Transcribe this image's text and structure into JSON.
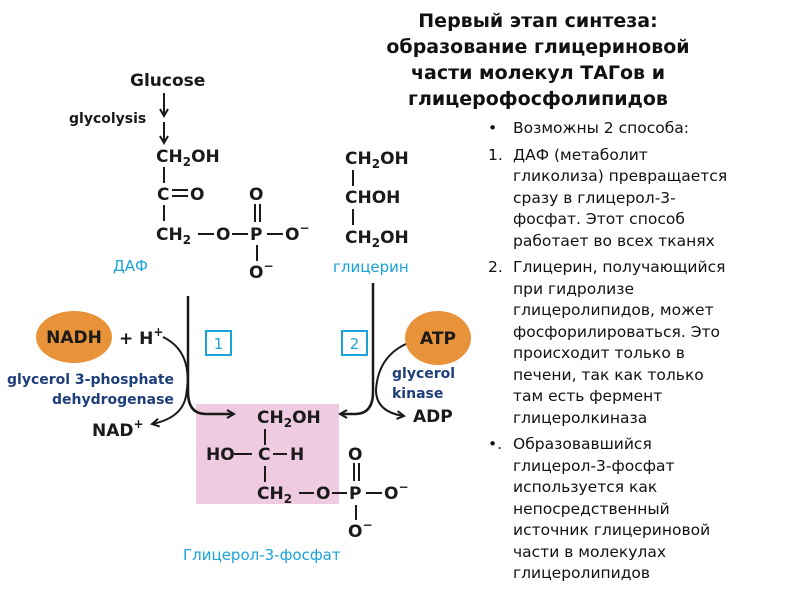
{
  "title": {
    "lines": [
      "Первый этап синтеза:",
      "образование глицериновой",
      "части молекул ТАГов и",
      "глицерофосфолипидов"
    ]
  },
  "bullets": [
    {
      "marker": "•",
      "lines": [
        "Возможны 2 способа:"
      ]
    },
    {
      "marker": "1.",
      "lines": [
        "ДАФ (метаболит",
        "гликолиза) превращается",
        "сразу в глицерол-3-",
        "фосфат. Этот способ",
        "работает во всех тканях"
      ]
    },
    {
      "marker": "2.",
      "lines": [
        "Глицерин, получающийся",
        "при гидролизе",
        "глицеролипидов, может",
        "фосфорилироваться. Это",
        "происходит только в",
        "печени, так как только",
        "там есть фермент",
        "глицеролкиназа"
      ]
    },
    {
      "marker": "•.",
      "lines": [
        "Образовавшийся",
        "глицерол-3-фосфат",
        "используется как",
        "непосредственный",
        "источник глицериновой",
        "части в молекулах",
        "глицеролипидов"
      ]
    }
  ],
  "diagram": {
    "glucose": "Glucose",
    "glycolysis": "glycolysis",
    "daf_label": "ДАФ",
    "glycerin_label": "глицерин",
    "product_label": "Глицерол-3-фосфат",
    "nadh": "NADH",
    "plus_h": "+ H",
    "plus_h_sup": "+",
    "nad": "NAD",
    "nad_sup": "+",
    "atp": "ATP",
    "adp": "ADP",
    "enzyme1_line1": "glycerol 3-phosphate",
    "enzyme1_line2": "dehydrogenase",
    "enzyme2_line1": "glycerol",
    "enzyme2_line2": "kinase",
    "step1": "1",
    "step2": "2",
    "atoms": {
      "CH": "CH",
      "sub2": "2",
      "OH": "OH",
      "C": "C",
      "O": "O",
      "P": "P",
      "Ominus": "O",
      "minus": "−",
      "CHOH": "CHOH",
      "HO": "HO",
      "H": "H"
    },
    "colors": {
      "orange": "#e8923a",
      "enzyme_blue": "#1f3f7a",
      "cyan": "#1aa3d9",
      "highlight_pink": "#eecbe0"
    }
  }
}
